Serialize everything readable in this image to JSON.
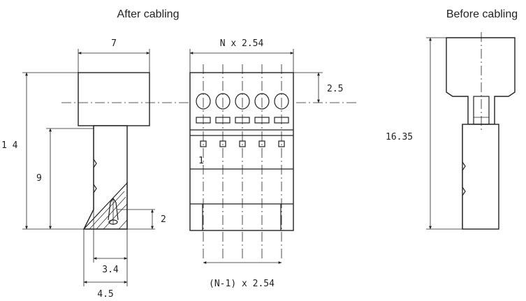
{
  "titles": {
    "after": "After cabling",
    "before": "Before cabling"
  },
  "dimensions": {
    "width_7": "7",
    "height_14": "1 4",
    "height_9": "9",
    "pitch_total": "N x 2.54",
    "offset_2_5": "2.5",
    "dim_2": "2",
    "dim_3_4": "3.4",
    "dim_4_5": "4.5",
    "pitch_n_minus_1": "(N-1) x 2.54",
    "height_16_35": "16.35",
    "pin_one": "1"
  }
}
